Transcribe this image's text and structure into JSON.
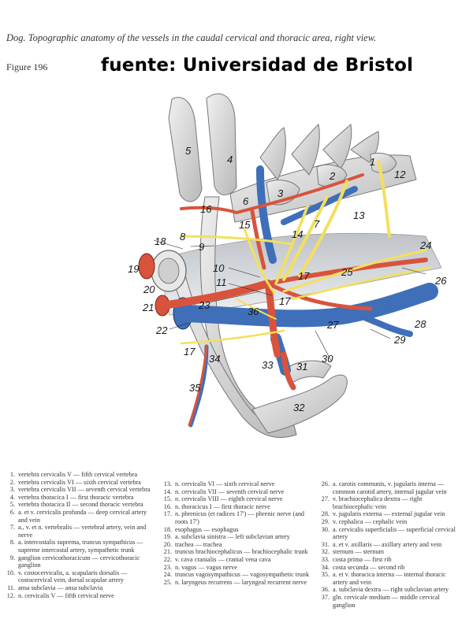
{
  "header": {
    "title": "Dog. Topographic anatomy of the vessels in the caudal cervical and thoracic area, right view.",
    "figure_label": "Figure 196"
  },
  "watermark": "fuente: Universidad de Bristol",
  "labels": [
    "1",
    "2",
    "3",
    "4",
    "5",
    "6",
    "7",
    "8",
    "9",
    "10",
    "11",
    "12",
    "13",
    "14",
    "15",
    "16",
    "17",
    "17",
    "17",
    "18",
    "19",
    "20",
    "21",
    "22",
    "23",
    "24",
    "25",
    "26",
    "27",
    "28",
    "29",
    "30",
    "31",
    "32",
    "33",
    "34",
    "35",
    "36"
  ],
  "legend": {
    "col1": [
      {
        "n": "1.",
        "t": "vertebra cervicalis V — fifth cervical vertebra"
      },
      {
        "n": "2.",
        "t": "vertebra cervicalis VI — sixth cervical vertebra"
      },
      {
        "n": "3.",
        "t": "vertebra cervicalis VII — seventh cervical vertebra"
      },
      {
        "n": "4.",
        "t": "vertebra thoracica I — first thoracic vertebra"
      },
      {
        "n": "5.",
        "t": "vertebra thoracica II — second thoracic vertebra"
      },
      {
        "n": "6.",
        "t": "a. et v. cervicalis profunda — deep cervical artery and vein"
      },
      {
        "n": "7.",
        "t": "a., v. et n. vertebralis — vertebral artery, vein and nerve"
      },
      {
        "n": "8.",
        "t": "a. intercostalis suprema, truncus sympathicus — supreme intercostal artery, sympathetic trunk"
      },
      {
        "n": "9.",
        "t": "ganglion cervicothoracicum — cervicothoracic ganglion"
      },
      {
        "n": "10.",
        "t": "v. costocervicalis, a. scapularis dorsalis — costocervical vein, dorsal scapular artery"
      },
      {
        "n": "11.",
        "t": "ansa subclavia — ansa subclavia"
      },
      {
        "n": "12.",
        "t": "n. cervicalis V — fifth cervical nerve"
      }
    ],
    "col2": [
      {
        "n": "13.",
        "t": "n. cervicalis VI — sixth cervical nerve"
      },
      {
        "n": "14.",
        "t": "n. cervicalis VII — seventh cervical nerve"
      },
      {
        "n": "15.",
        "t": "n. cervicalis VIII — eighth cervical nerve"
      },
      {
        "n": "16.",
        "t": "n. thoracicus I — first thoracic nerve"
      },
      {
        "n": "17.",
        "t": "n. phrenicus (et radices 17') — phrenic nerve (and roots 17')"
      },
      {
        "n": "18.",
        "t": "esophagus — esophagus"
      },
      {
        "n": "19.",
        "t": "a. subclavia sinistra — left subclavian artery"
      },
      {
        "n": "20.",
        "t": "trachea — trachea"
      },
      {
        "n": "21.",
        "t": "truncus brachiocephalicus — brachiocephalic trunk"
      },
      {
        "n": "22.",
        "t": "v. cava cranialis — cranial vena cava"
      },
      {
        "n": "23.",
        "t": "n. vagus — vagus nerve"
      },
      {
        "n": "24.",
        "t": "truncus vagosympathicus — vagosympathetic trunk"
      },
      {
        "n": "25.",
        "t": "n. laryngeus recurrens — laryngeal recurrent nerve"
      }
    ],
    "col3": [
      {
        "n": "26.",
        "t": "a. carotis communis, v. jugularis interna — common carotid artery, internal jugular vein"
      },
      {
        "n": "27.",
        "t": "v. brachiocephalica dextra — right brachiocephalic vein"
      },
      {
        "n": "28.",
        "t": "v. jugularis externa — external jugular vein"
      },
      {
        "n": "29.",
        "t": "v. cephalica — cephalic vein"
      },
      {
        "n": "30.",
        "t": "a. cervicalis superficialis — superficial cervical artery"
      },
      {
        "n": "31.",
        "t": "a. et v. axillaris — axillary artery and vein"
      },
      {
        "n": "32.",
        "t": "sternum — sternum"
      },
      {
        "n": "33.",
        "t": "costa prima — first rib"
      },
      {
        "n": "34.",
        "t": "costa secunda — second rib"
      },
      {
        "n": "35.",
        "t": "a. et v. thoracica interna — internal thoracic artery and vein"
      },
      {
        "n": "36.",
        "t": "a. subclavia dextra — right subclavian artery"
      },
      {
        "n": "37.",
        "t": "gln. cervicale medium — middle cervical ganglion"
      }
    ]
  }
}
